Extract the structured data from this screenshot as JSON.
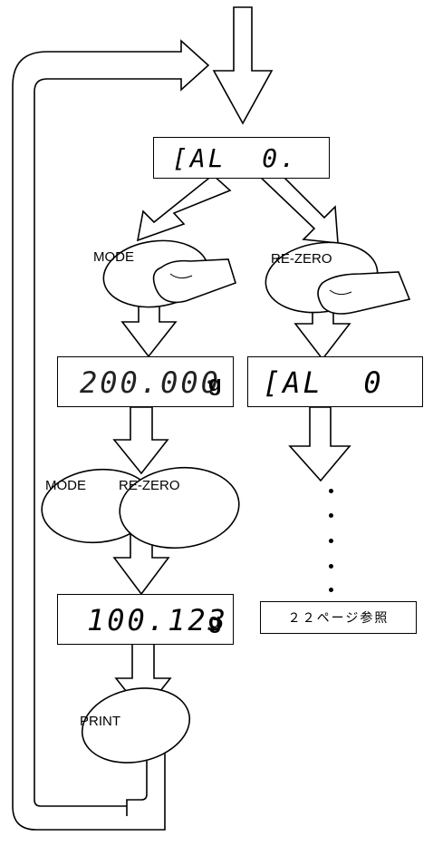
{
  "displays": {
    "cal0_top": "[AL  0.",
    "flashing_weight": "200.000",
    "flashing_unit": "g",
    "cal0_right": "[AL  0",
    "result_weight": "100.123",
    "result_unit": "g"
  },
  "keys": {
    "mode_top": "MODE",
    "rezero_top": "RE-ZERO",
    "mode_mid": "MODE",
    "rezero_mid": "RE-ZERO",
    "print": "PRINT"
  },
  "reference_note": "２２ページ参照"
}
